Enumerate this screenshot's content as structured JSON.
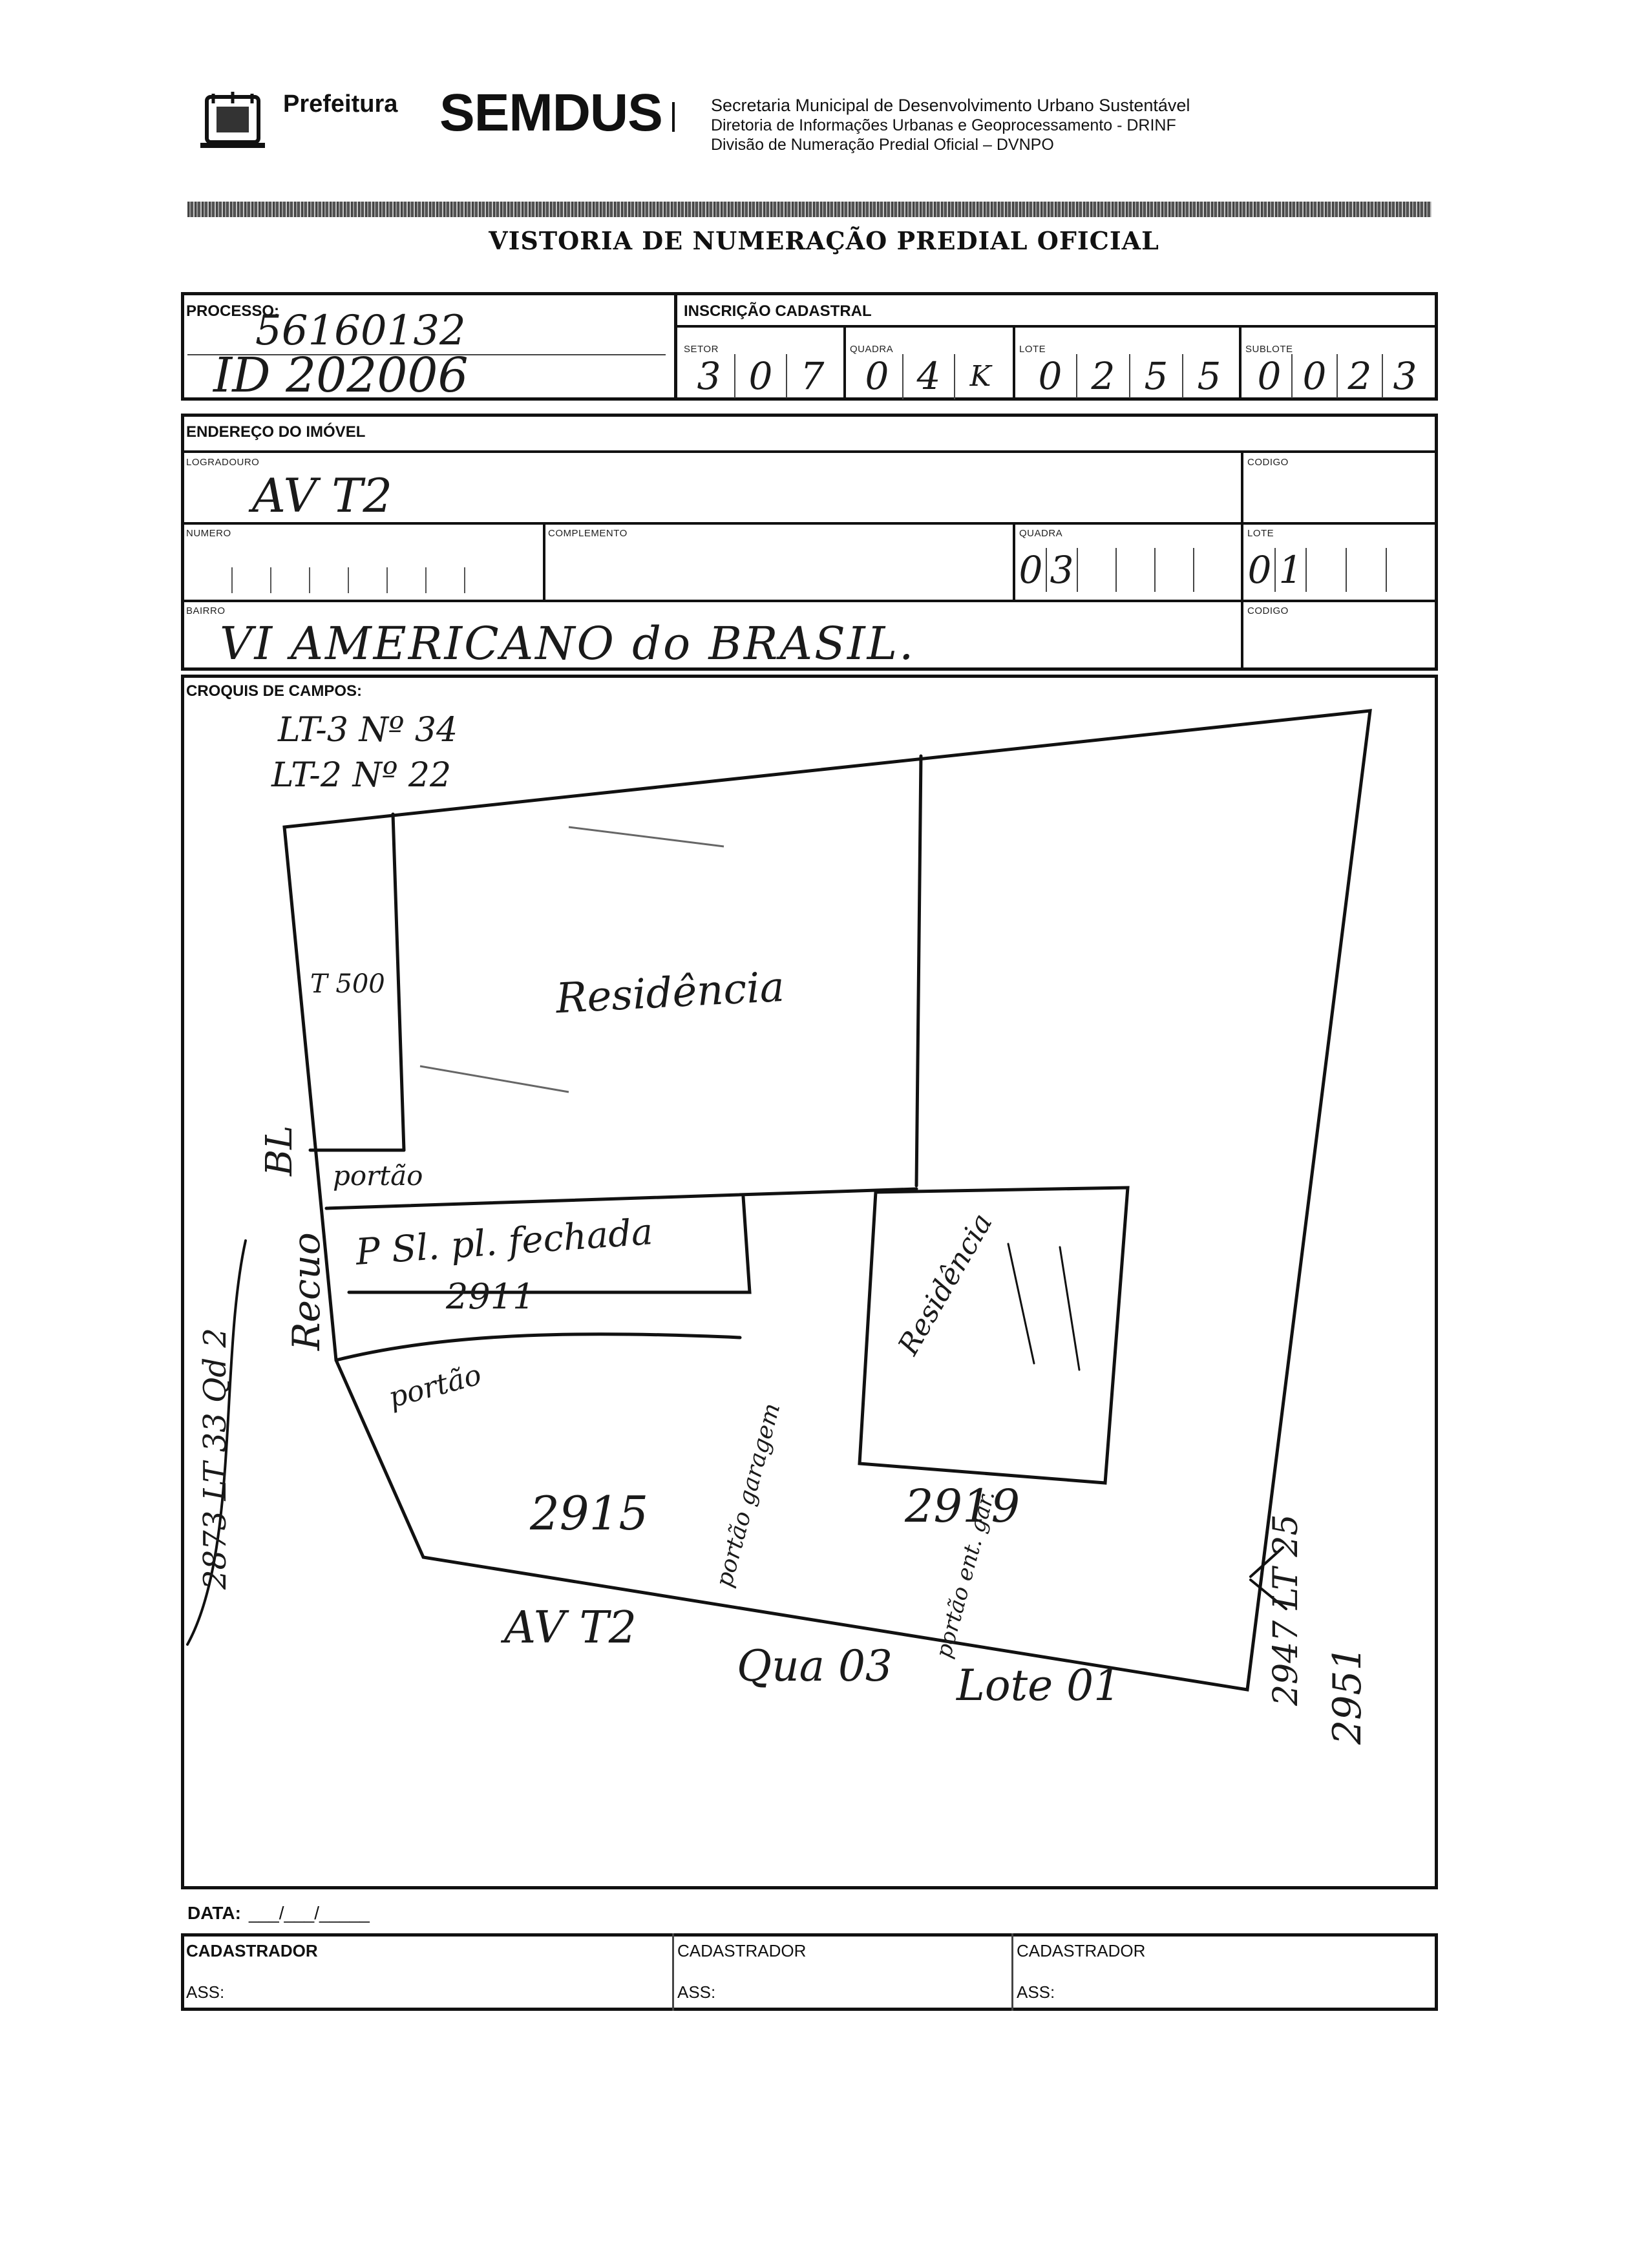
{
  "header": {
    "org_short": "Prefeitura",
    "brand": "SEMDUS",
    "line1": "Secretaria Municipal de Desenvolvimento Urbano Sustentável",
    "line2": "Diretoria de Informações Urbanas e Geoprocessamento - DRINF",
    "line3": "Divisão de Numeração Predial Oficial – DVNPO"
  },
  "form_title": "VISTORIA DE NUMERAÇÃO PREDIAL OFICIAL",
  "processo": {
    "label": "PROCESSO:",
    "number": "56160132",
    "id": "ID 202006"
  },
  "inscricao": {
    "label": "INSCRIÇÃO CADASTRAL",
    "setor": {
      "label": "SETOR",
      "digits": [
        "3",
        "0",
        "7"
      ]
    },
    "quadra": {
      "label": "QUADRA",
      "digits": [
        "0",
        "4",
        "K"
      ]
    },
    "lote": {
      "label": "LOTE",
      "digits": [
        "0",
        "2",
        "5",
        "5"
      ]
    },
    "sublote": {
      "label": "SUBLOTE",
      "digits": [
        "0",
        "0",
        "2",
        "3"
      ]
    }
  },
  "endereco": {
    "label": "ENDEREÇO DO IMÓVEL",
    "logradouro_label": "LOGRADOURO",
    "logradouro": "AV T2",
    "codigo_label": "CODIGO",
    "numero_label": "NUMERO",
    "complemento_label": "COMPLEMENTO",
    "quadra_label": "QUADRA",
    "quadra_digits": [
      "0",
      "3"
    ],
    "lote_label": "LOTE",
    "lote_digits": [
      "0",
      "1"
    ],
    "bairro_label": "BAIRRO",
    "bairro": "VI AMERICANO do BRASIL.",
    "codigo2_label": "CODIGO"
  },
  "croquis": {
    "label": "CROQUIS DE CAMPOS:",
    "notes": {
      "lt3": "LT-3  Nº 34",
      "lt2": "LT-2  Nº 22",
      "t500": "T 500",
      "residencia_top": "Residência",
      "recuo": "Recuo",
      "bl": "BL",
      "portao_top": "portão",
      "portao_mid": "portão",
      "sl": "P Sl. pl. fechada",
      "n2911": "2911",
      "residencia_right": "Residência",
      "n2915": "2915",
      "portao_garagem": "portão garagem",
      "n2919": "2919",
      "portao_ent": "portão ent. gar.",
      "av_t2": "AV T2",
      "quadra03": "Qua 03",
      "lote01": "Lote 01",
      "left_street": "2873 LT 33 Qd 2",
      "right_lt25": "2947 LT 25",
      "right_2951": "2951"
    }
  },
  "footer": {
    "data_label": "DATA:",
    "data_value": "___/___/_____",
    "cadastrador_label": "CADASTRADOR",
    "ass_label": "ASS:"
  }
}
